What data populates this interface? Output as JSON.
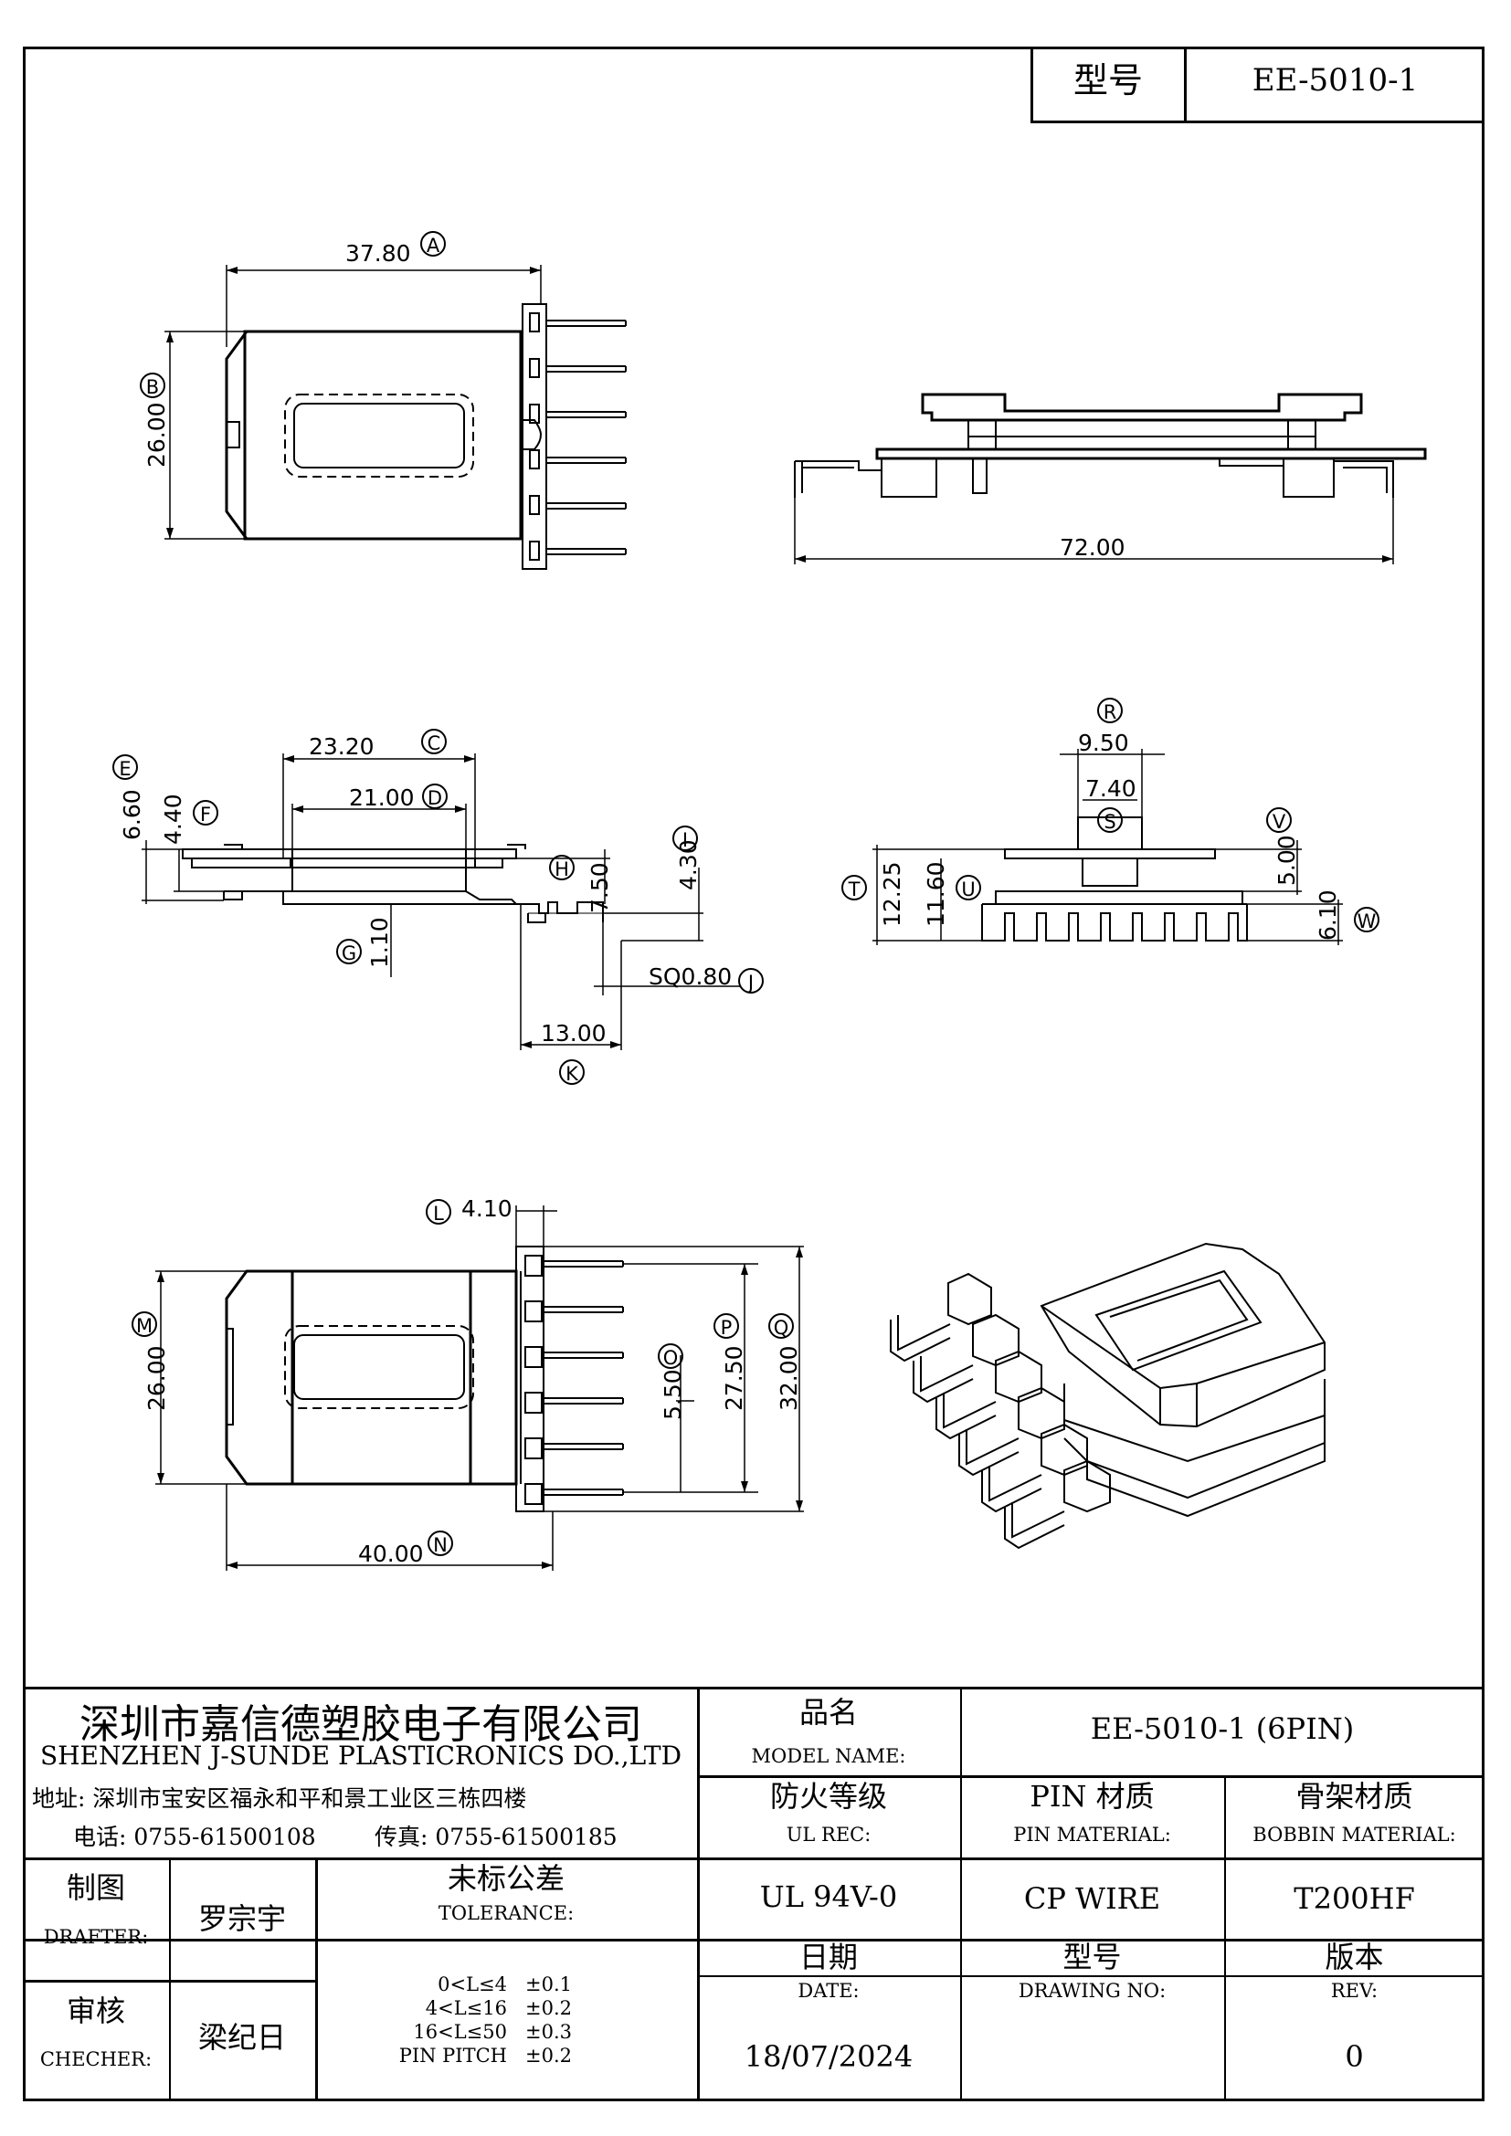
{
  "header": {
    "model_label": "型号",
    "model_value": "EE-5010-1"
  },
  "dimensions": {
    "A": "37.80",
    "B": "26.00",
    "len72": "72.00",
    "C": "23.20",
    "D": "21.00",
    "E": "6.60",
    "F": "4.40",
    "G": "1.10",
    "H": "7.50",
    "I": "4.30",
    "J": "SQ0.80",
    "K": "13.00",
    "R": "9.50",
    "S": "7.40",
    "T": "12.25",
    "U": "11.60",
    "V": "5.00",
    "W": "6.10",
    "L": "4.10",
    "M": "26.00",
    "N": "40.00",
    "O": "5.50",
    "P": "27.50",
    "Q": "32.00"
  },
  "labels": {
    "A": "A",
    "B": "B",
    "C": "C",
    "D": "D",
    "E": "E",
    "F": "F",
    "G": "G",
    "H": "H",
    "I": "I",
    "J": "J",
    "K": "K",
    "L": "L",
    "M": "M",
    "N": "N",
    "O": "O",
    "P": "P",
    "Q": "Q",
    "R": "R",
    "S": "S",
    "T": "T",
    "U": "U",
    "V": "V",
    "W": "W"
  },
  "title_block": {
    "company_cn": "深圳市嘉信德塑胶电子有限公司",
    "company_en": "SHENZHEN J-SUNDE PLASTICRONICS DO.,LTD",
    "address": "地址: 深圳市宝安区福永和平和景工业区三栋四楼",
    "phone": "电话: 0755-61500108",
    "fax": "传真: 0755-61500185",
    "model_name_cn": "品名",
    "model_name_en": "MODEL NAME:",
    "model_name_value": "EE-5010-1 (6PIN)",
    "ul_cn": "防火等级",
    "ul_en": "UL REC:",
    "ul_value": "UL 94V-0",
    "pin_mat_cn": "PIN 材质",
    "pin_mat_en": "PIN MATERIAL:",
    "pin_mat_value": "CP WIRE",
    "bobbin_mat_cn": "骨架材质",
    "bobbin_mat_en": "BOBBIN MATERIAL:",
    "bobbin_mat_value": "T200HF",
    "drafter_cn": "制图",
    "drafter_en": "DRAFTER:",
    "drafter_value": "罗宗宇",
    "checker_cn": "审核",
    "checker_en": "CHECHER:",
    "checker_value": "梁纪日",
    "tolerance_cn": "未标公差",
    "tolerance_en": "TOLERANCE:",
    "tolerances": [
      {
        "range": "0<L≤4",
        "value": "±0.1"
      },
      {
        "range": "4<L≤16",
        "value": "±0.2"
      },
      {
        "range": "16<L≤50",
        "value": "±0.3"
      },
      {
        "range": "PIN PITCH",
        "value": "±0.2"
      }
    ],
    "date_cn": "日期",
    "date_en": "DATE:",
    "date_value": "18/07/2024",
    "drawing_no_cn": "型号",
    "drawing_no_en": "DRAWING NO:",
    "drawing_no_value": "",
    "rev_cn": "版本",
    "rev_en": "REV:",
    "rev_value": "0"
  }
}
